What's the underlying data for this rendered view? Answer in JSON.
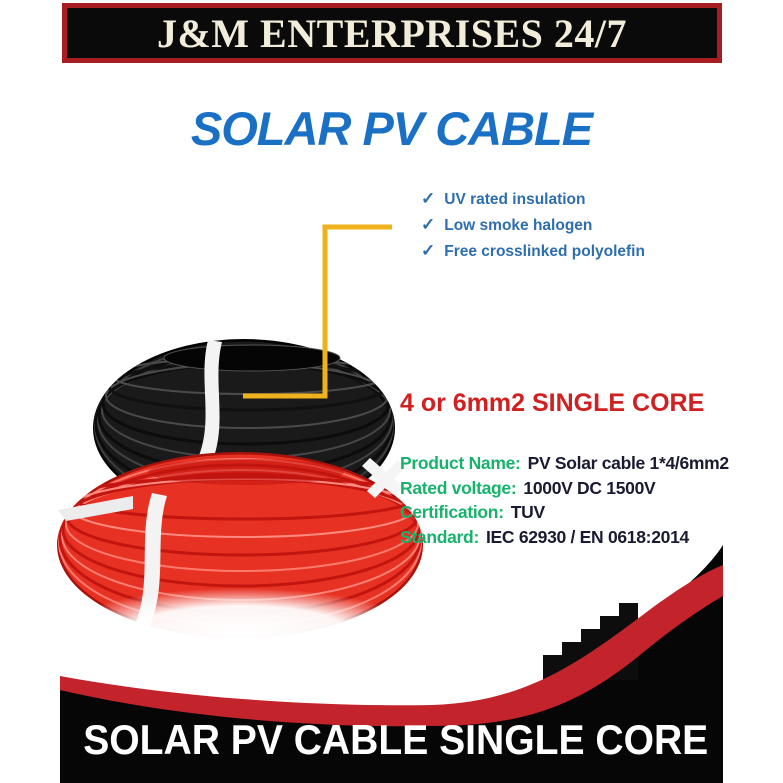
{
  "header": {
    "brand": "J&M ENTERPRISES 24/7"
  },
  "title": "SOLAR PV CABLE",
  "features": {
    "items": [
      {
        "text": "UV rated insulation"
      },
      {
        "text": "Low smoke halogen"
      },
      {
        "text": "Free crosslinked polyolefin"
      }
    ]
  },
  "product": {
    "headline": "4 or 6mm2 SINGLE CORE",
    "specs": [
      {
        "label": "Product Name:",
        "value": "PV Solar cable 1*4/6mm2"
      },
      {
        "label": "Rated voltage:",
        "value": "1000V DC 1500V"
      },
      {
        "label": "Certification:",
        "value": "TUV"
      },
      {
        "label": "Standard:",
        "value": "IEC 62930 / EN 0618:2014"
      }
    ]
  },
  "footer": {
    "banner": "SOLAR PV CABLE SINGLE CORE"
  },
  "icons": {
    "check": "✓"
  },
  "colors": {
    "title_blue": "#1a70c4",
    "bullet_blue": "#2e6eae",
    "callout_yellow": "#efb11c",
    "headline_red": "#d02020",
    "spec_green": "#17b26c",
    "spec_navy": "#1a1a32",
    "banner_border_red": "#a81e20",
    "banner_black": "#0a0a0a",
    "swoosh_red": "#c3242b",
    "coil_red": "#e73122",
    "coil_black": "#1a1a1a"
  }
}
